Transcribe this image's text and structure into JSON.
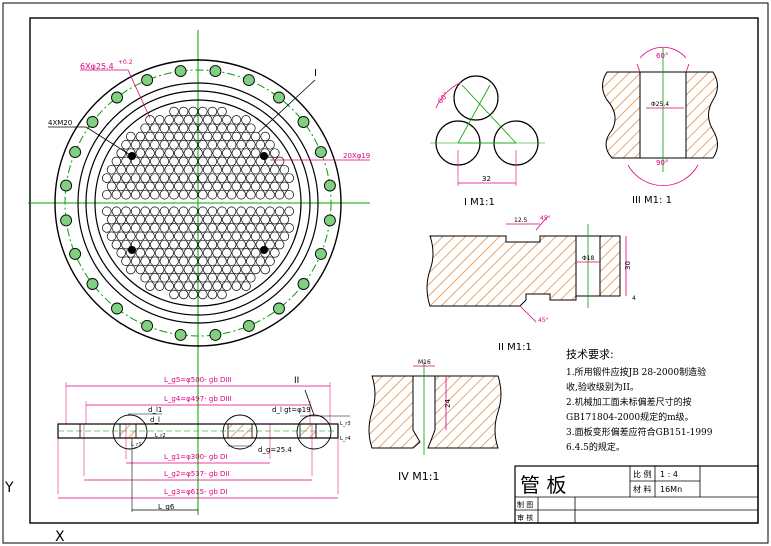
{
  "colors": {
    "outline": "#000000",
    "center_line": "#00a000",
    "dimension": "#e0007f",
    "hatch": "#e08030",
    "bolt_fill": "#7fd07f",
    "background": "#ffffff"
  },
  "axes": {
    "y": "Y",
    "x": "X"
  },
  "labels": {
    "detail_marker_1": "I",
    "detail_marker_2": "II",
    "dim_bolt_pattern": "6Xφ25.4",
    "dim_bolt_pattern_tol": "+0.2",
    "dim_holes": "4XM20",
    "dim_tubes": "20Xφ19",
    "detail_I_angle": "60°",
    "detail_I_pitch": "32",
    "detail_I_caption": "I M1:1",
    "detail_III_angle_top": "60°",
    "detail_III_angle_bottom": "90°",
    "detail_III_dia": "Φ25.4",
    "detail_III_caption": "III M1:  1",
    "detail_II_dim_top": "12.5",
    "detail_II_angle": "45°",
    "detail_II_dia": "Φ18",
    "detail_II_height": "30",
    "detail_II_small": "4",
    "detail_II_chamfer": "45°",
    "detail_II_caption": "II M1:1",
    "detail_IV_dia": "M16",
    "detail_IV_depth": "24",
    "detail_IV_caption": "IV  M1:1",
    "lg5": "L_g5=φ500- gb DIII",
    "lg4": "L_g4=φ497- gb DIII",
    "dl1": "d_l1",
    "dl": "d_l",
    "dlgt": "d_l gt=φ19",
    "dg": "d_g=25.4",
    "lg1": "L_g1=φ300- gb DI",
    "lg2": "L_g2=φ537- gb DII",
    "lg3": "L_g3=φ615- gb DI",
    "lg6": "L_g6",
    "lr1": "L_r1",
    "lr2": "L_r2",
    "lr3": "L_r3",
    "lr4": "L_r4"
  },
  "notes": {
    "title": "技术要求:",
    "items": [
      "1.所用锻件应按JB 28-2000制造验",
      "收,验收级别为II。",
      "2.机械加工面未标偏差尺寸的按",
      "GB171804-2000规定的m级。",
      "3.面板变形偏差应符合GB151-1999",
      "6.4.5的规定。"
    ]
  },
  "title_block": {
    "part_name": "管  板",
    "scale_label": "比 例",
    "scale_value": "1 : 4",
    "material_label": "材 料",
    "material_value": "16Mn",
    "drawn_label": "制 图",
    "checked_label": "审 核"
  }
}
